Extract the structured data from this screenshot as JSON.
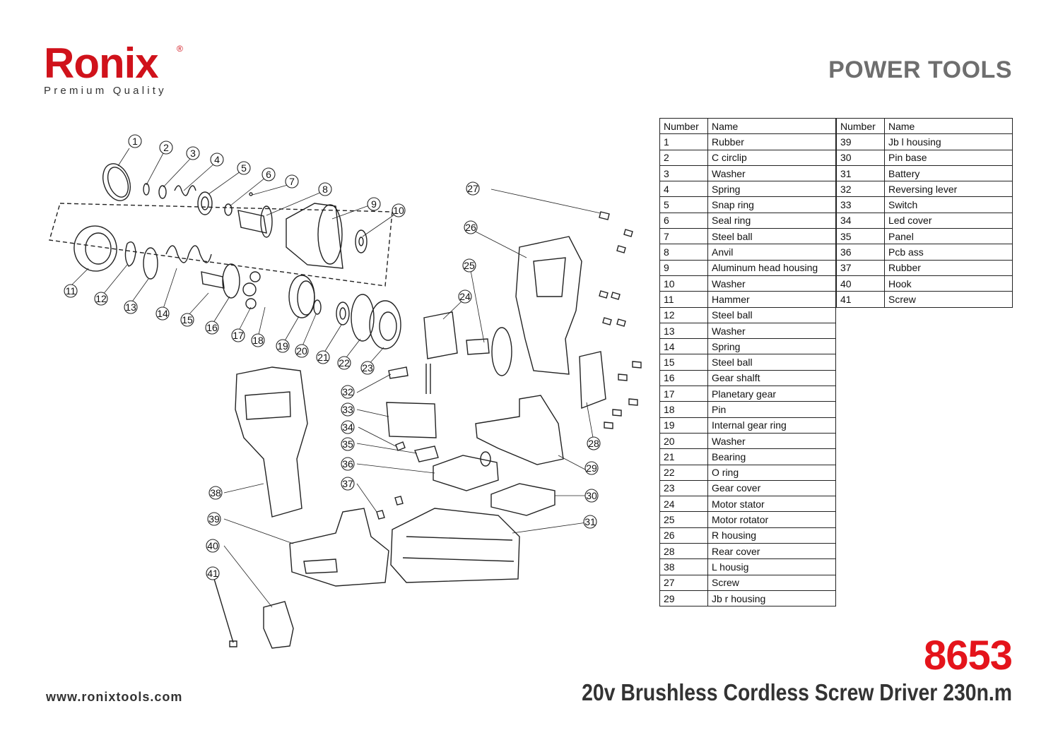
{
  "brand": {
    "name": "Ronix",
    "registered": "®",
    "tagline": "Premium Quality"
  },
  "header": {
    "category": "POWER TOOLS"
  },
  "table": {
    "headers": {
      "number": "Number",
      "name": "Name"
    },
    "left": [
      [
        "1",
        "Rubber"
      ],
      [
        "2",
        "C circlip"
      ],
      [
        "3",
        "Washer"
      ],
      [
        "4",
        "Spring"
      ],
      [
        "5",
        "Snap ring"
      ],
      [
        "6",
        "Seal ring"
      ],
      [
        "7",
        "Steel ball"
      ],
      [
        "8",
        "Anvil"
      ],
      [
        "9",
        "Aluminum head housing"
      ],
      [
        "10",
        "Washer"
      ],
      [
        "11",
        "Hammer"
      ],
      [
        "12",
        "Steel ball"
      ],
      [
        "13",
        "Washer"
      ],
      [
        "14",
        "Spring"
      ],
      [
        "15",
        "Steel ball"
      ],
      [
        "16",
        "Gear shalft"
      ],
      [
        "17",
        "Planetary gear"
      ],
      [
        "18",
        "Pin"
      ],
      [
        "19",
        "Internal gear ring"
      ],
      [
        "20",
        "Washer"
      ],
      [
        "21",
        "Bearing"
      ],
      [
        "22",
        "O ring"
      ],
      [
        "23",
        "Gear cover"
      ],
      [
        "24",
        "Motor stator"
      ],
      [
        "25",
        "Motor rotator"
      ],
      [
        "26",
        "R housing"
      ],
      [
        "28",
        "Rear cover"
      ],
      [
        "38",
        "L housig"
      ],
      [
        "27",
        "Screw"
      ],
      [
        "29",
        "Jb r housing"
      ]
    ],
    "right": [
      [
        "39",
        "Jb l housing"
      ],
      [
        "30",
        "Pin base"
      ],
      [
        "31",
        "Battery"
      ],
      [
        "32",
        "Reversing lever"
      ],
      [
        "33",
        "Switch"
      ],
      [
        "34",
        "Led cover"
      ],
      [
        "35",
        "Panel"
      ],
      [
        "36",
        "Pcb ass"
      ],
      [
        "37",
        "Rubber"
      ],
      [
        "40",
        "Hook"
      ],
      [
        "41",
        "Screw"
      ]
    ]
  },
  "diagram": {
    "callouts": [
      "1",
      "2",
      "3",
      "4",
      "5",
      "6",
      "7",
      "8",
      "9",
      "10",
      "11",
      "12",
      "13",
      "14",
      "15",
      "16",
      "17",
      "18",
      "19",
      "20",
      "21",
      "22",
      "23",
      "24",
      "25",
      "26",
      "27",
      "28",
      "29",
      "30",
      "31",
      "32",
      "33",
      "34",
      "35",
      "36",
      "37",
      "38",
      "39",
      "40",
      "41"
    ]
  },
  "footer": {
    "model": "8653",
    "description": "20v Brushless Cordless Screw Driver 230n.m",
    "website": "www.ronixtools.com"
  }
}
